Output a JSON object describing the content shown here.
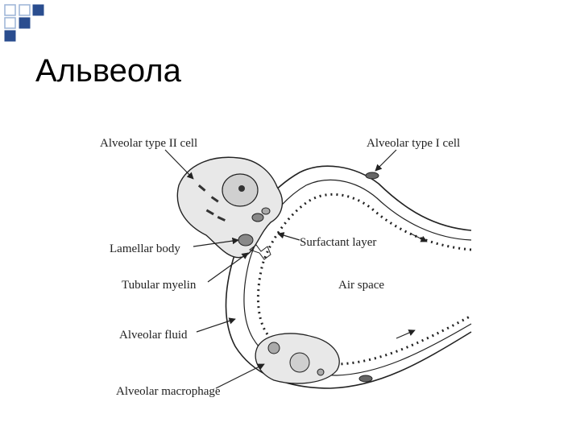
{
  "slide": {
    "title": "Альвеола"
  },
  "diagram": {
    "labels": {
      "type2_cell": "Alveolar type II cell",
      "type1_cell": "Alveolar type I cell",
      "lamellar_body": "Lamellar body",
      "surfactant_layer": "Surfactant layer",
      "tubular_myelin": "Tubular myelin",
      "air_space": "Air space",
      "alveolar_fluid": "Alveolar fluid",
      "macrophage": "Alveolar macrophage"
    }
  },
  "colors": {
    "deco_square_fill": "#ffffff",
    "deco_square_stroke": "#9bb3d6",
    "deco_square_dark": "#2a4d8f",
    "ink": "#222222",
    "cell_fill": "#e8e8e8"
  }
}
